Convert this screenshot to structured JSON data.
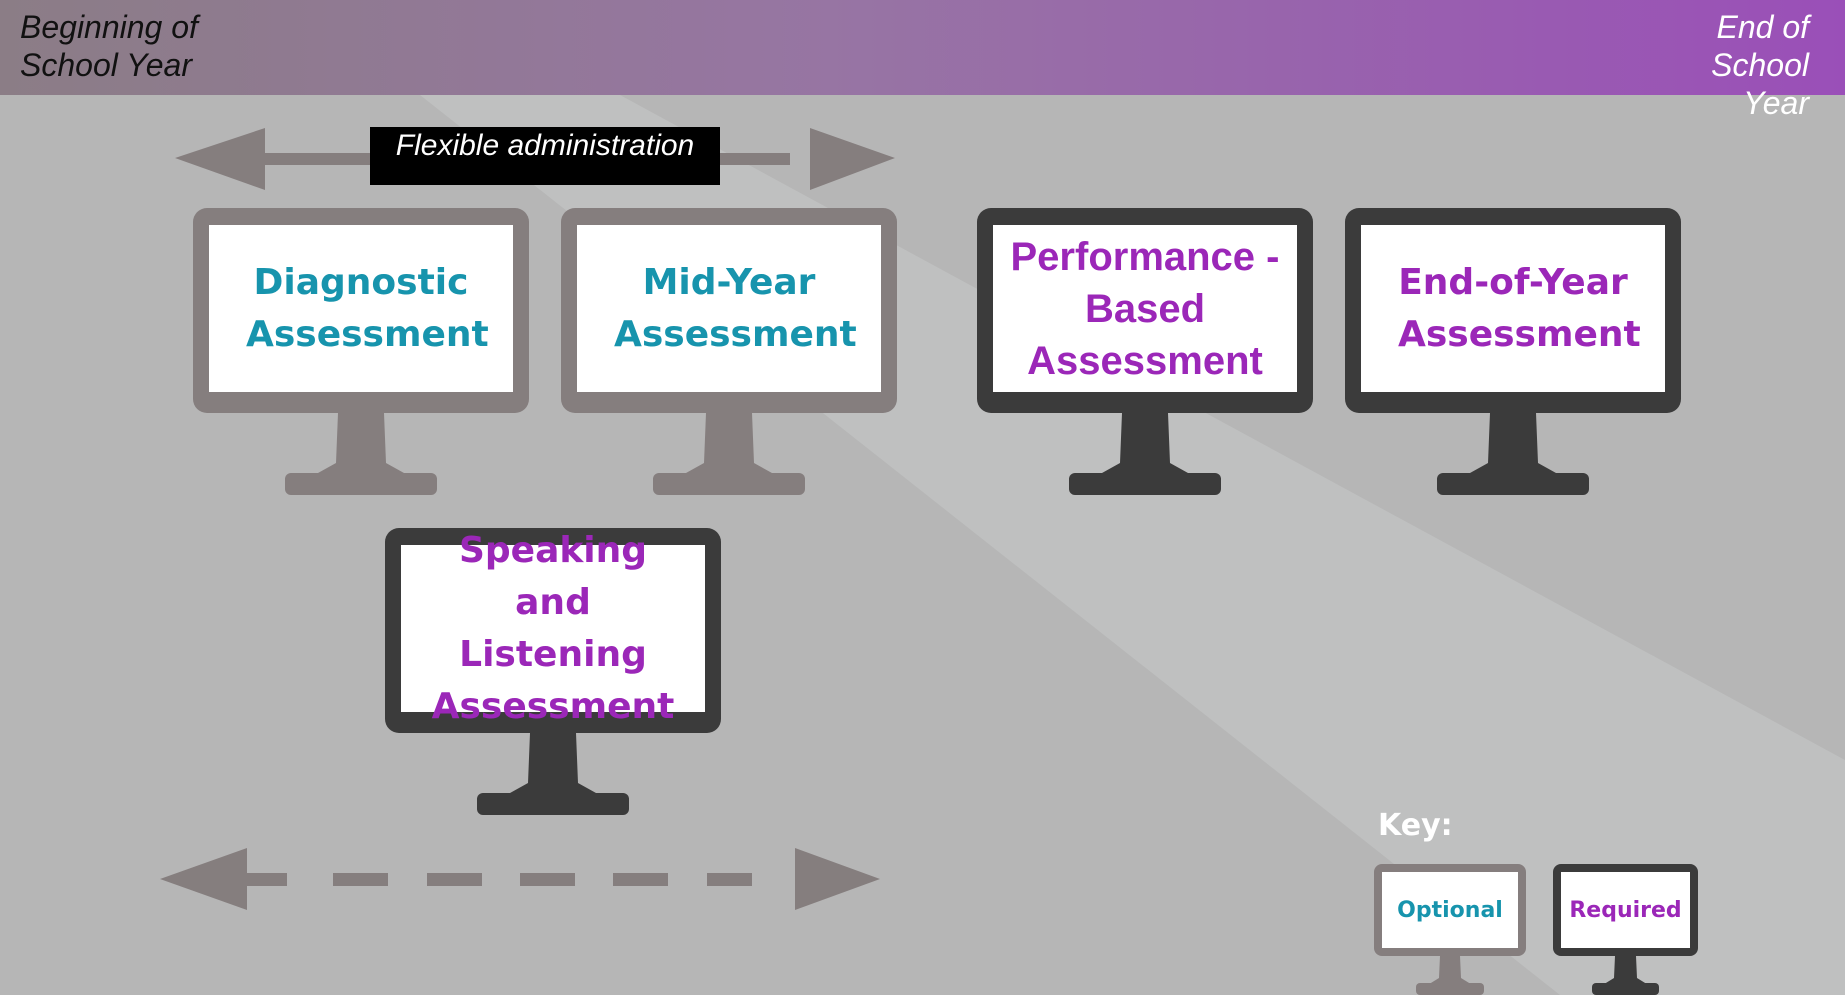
{
  "header": {
    "start_label": "Beginning of School Year",
    "end_label": "End of School Year"
  },
  "flexible_label": "Flexible administration",
  "monitors": [
    {
      "id": "diagnostic",
      "label": "Diagnostic Assessment",
      "type": "optional"
    },
    {
      "id": "mid-year",
      "label": "Mid-Year Assessment",
      "type": "optional"
    },
    {
      "id": "performance",
      "label": "Performance -Based Assessment",
      "type": "required"
    },
    {
      "id": "end-of-year",
      "label": "End-of-Year Assessment",
      "type": "required"
    },
    {
      "id": "speaking",
      "label": "Speaking and Listening Assessment",
      "type": "required"
    }
  ],
  "key": {
    "title": "Key:",
    "optional_label": "Optional",
    "required_label": "Required"
  },
  "colors": {
    "optional": "#857e7e",
    "required": "#3b3b3b",
    "optional_text": "#1794ad",
    "required_text": "#9b27b8"
  }
}
